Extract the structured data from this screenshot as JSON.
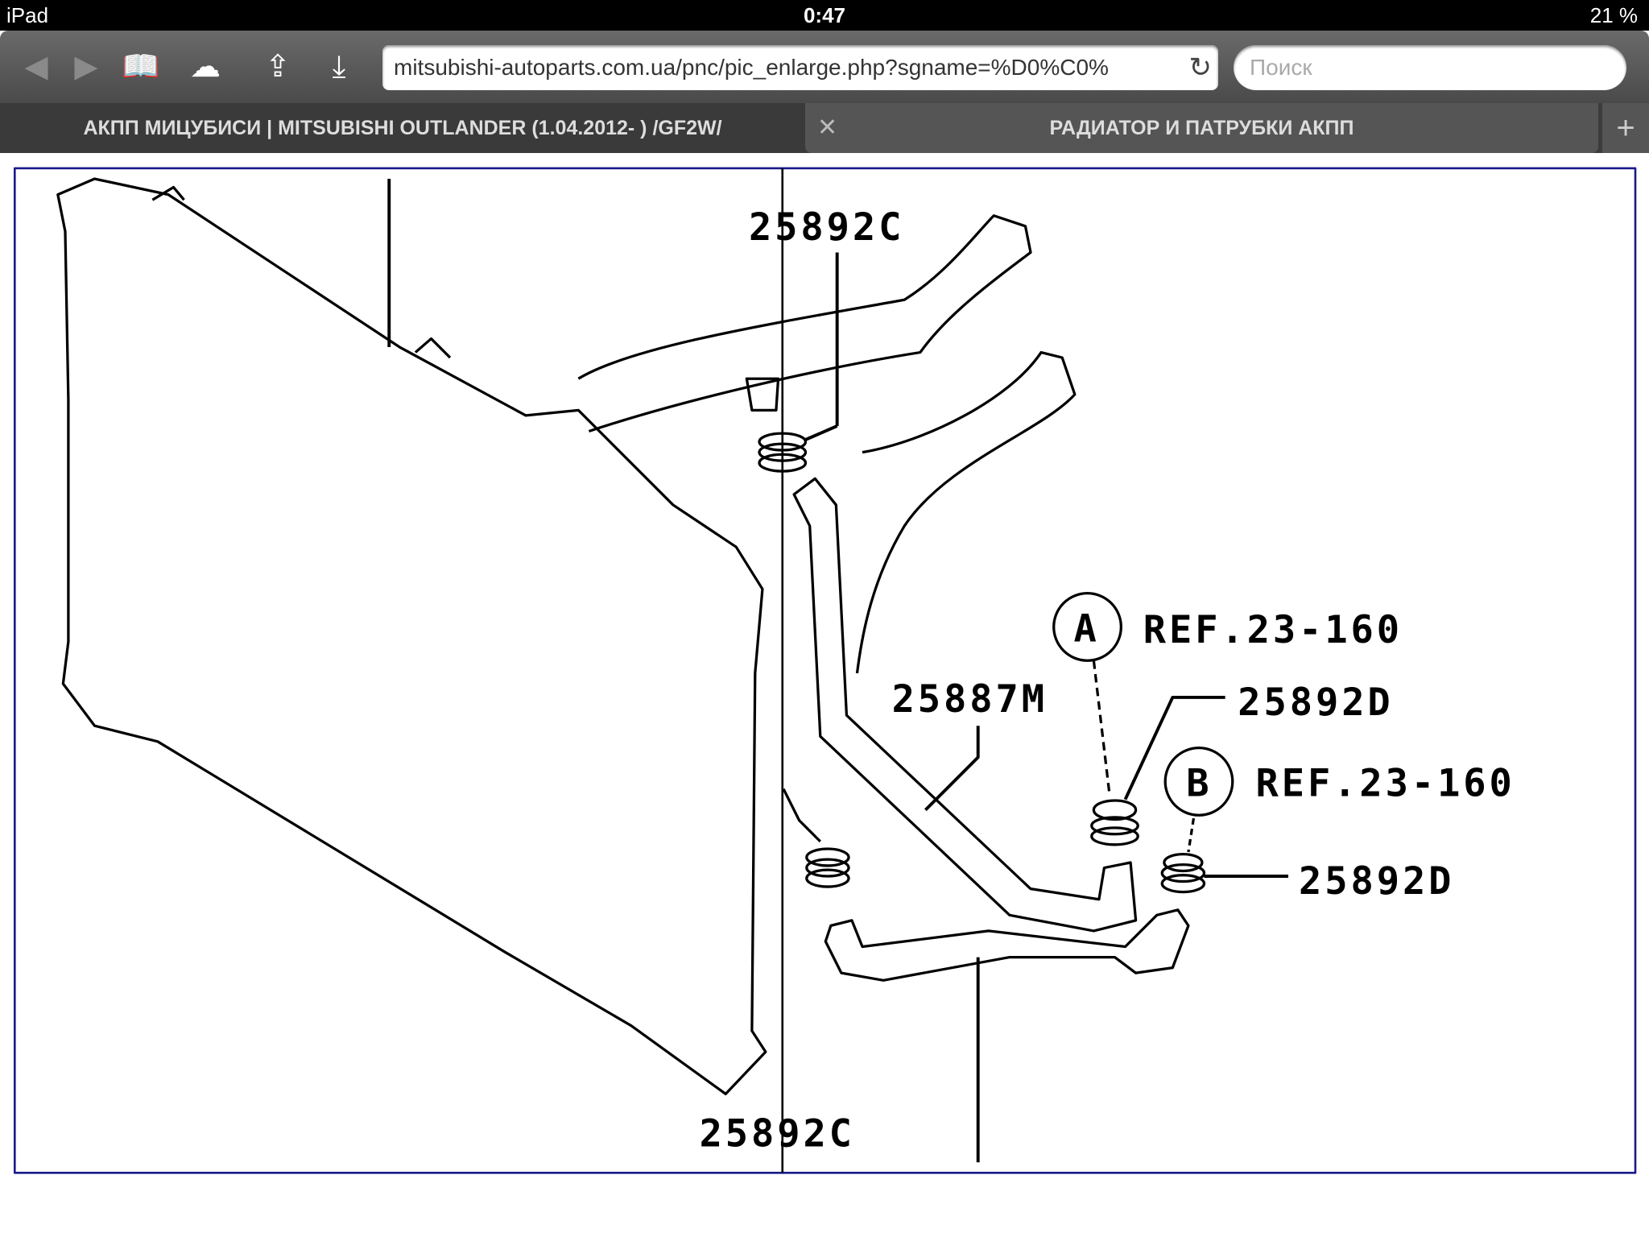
{
  "status_bar": {
    "device": "iPad",
    "time": "0:47",
    "battery": "21 %"
  },
  "toolbar": {
    "url": "mitsubishi-autoparts.com.ua/pnc/pic_enlarge.php?sgname=%D0%C0%",
    "search_placeholder": "Поиск"
  },
  "tabs": [
    {
      "label": "АКПП МИЦУБИСИ | MITSUBISHI OUTLANDER (1.04.2012- ) /GF2W/"
    },
    {
      "label": "РАДИАТОР И ПАТРУБКИ АКПП"
    }
  ],
  "diagram": {
    "labels": {
      "top_clamp": "25892C",
      "bottom_clamp": "25892C",
      "hose": "25887M",
      "clamp_d1": "25892D",
      "clamp_d2": "25892D",
      "ref_a": "REF.23-160",
      "ref_b": "REF.23-160",
      "circle_a": "A",
      "circle_b": "B"
    }
  }
}
